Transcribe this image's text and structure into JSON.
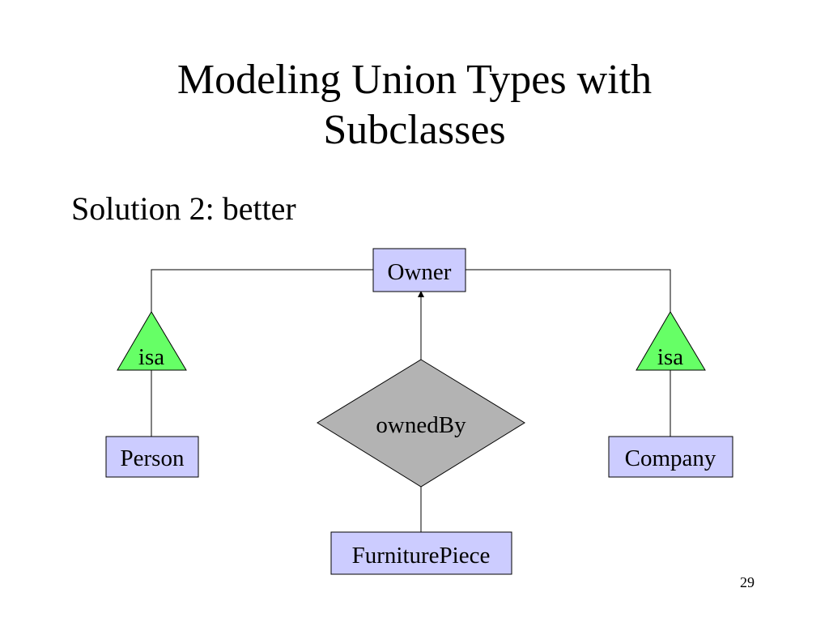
{
  "slide": {
    "title_line1": "Modeling Union Types with",
    "title_line2": "Subclasses",
    "subtitle": "Solution 2: better",
    "page_number": "29"
  },
  "diagram": {
    "entities": {
      "owner": "Owner",
      "person": "Person",
      "company": "Company",
      "furniture_piece": "FurniturePiece"
    },
    "relationship": "ownedBy",
    "isa_left": "isa",
    "isa_right": "isa",
    "colors": {
      "entity_fill": "#ccccff",
      "isa_fill": "#66ff66",
      "relationship_fill": "#b3b3b3",
      "stroke": "#000000"
    }
  }
}
